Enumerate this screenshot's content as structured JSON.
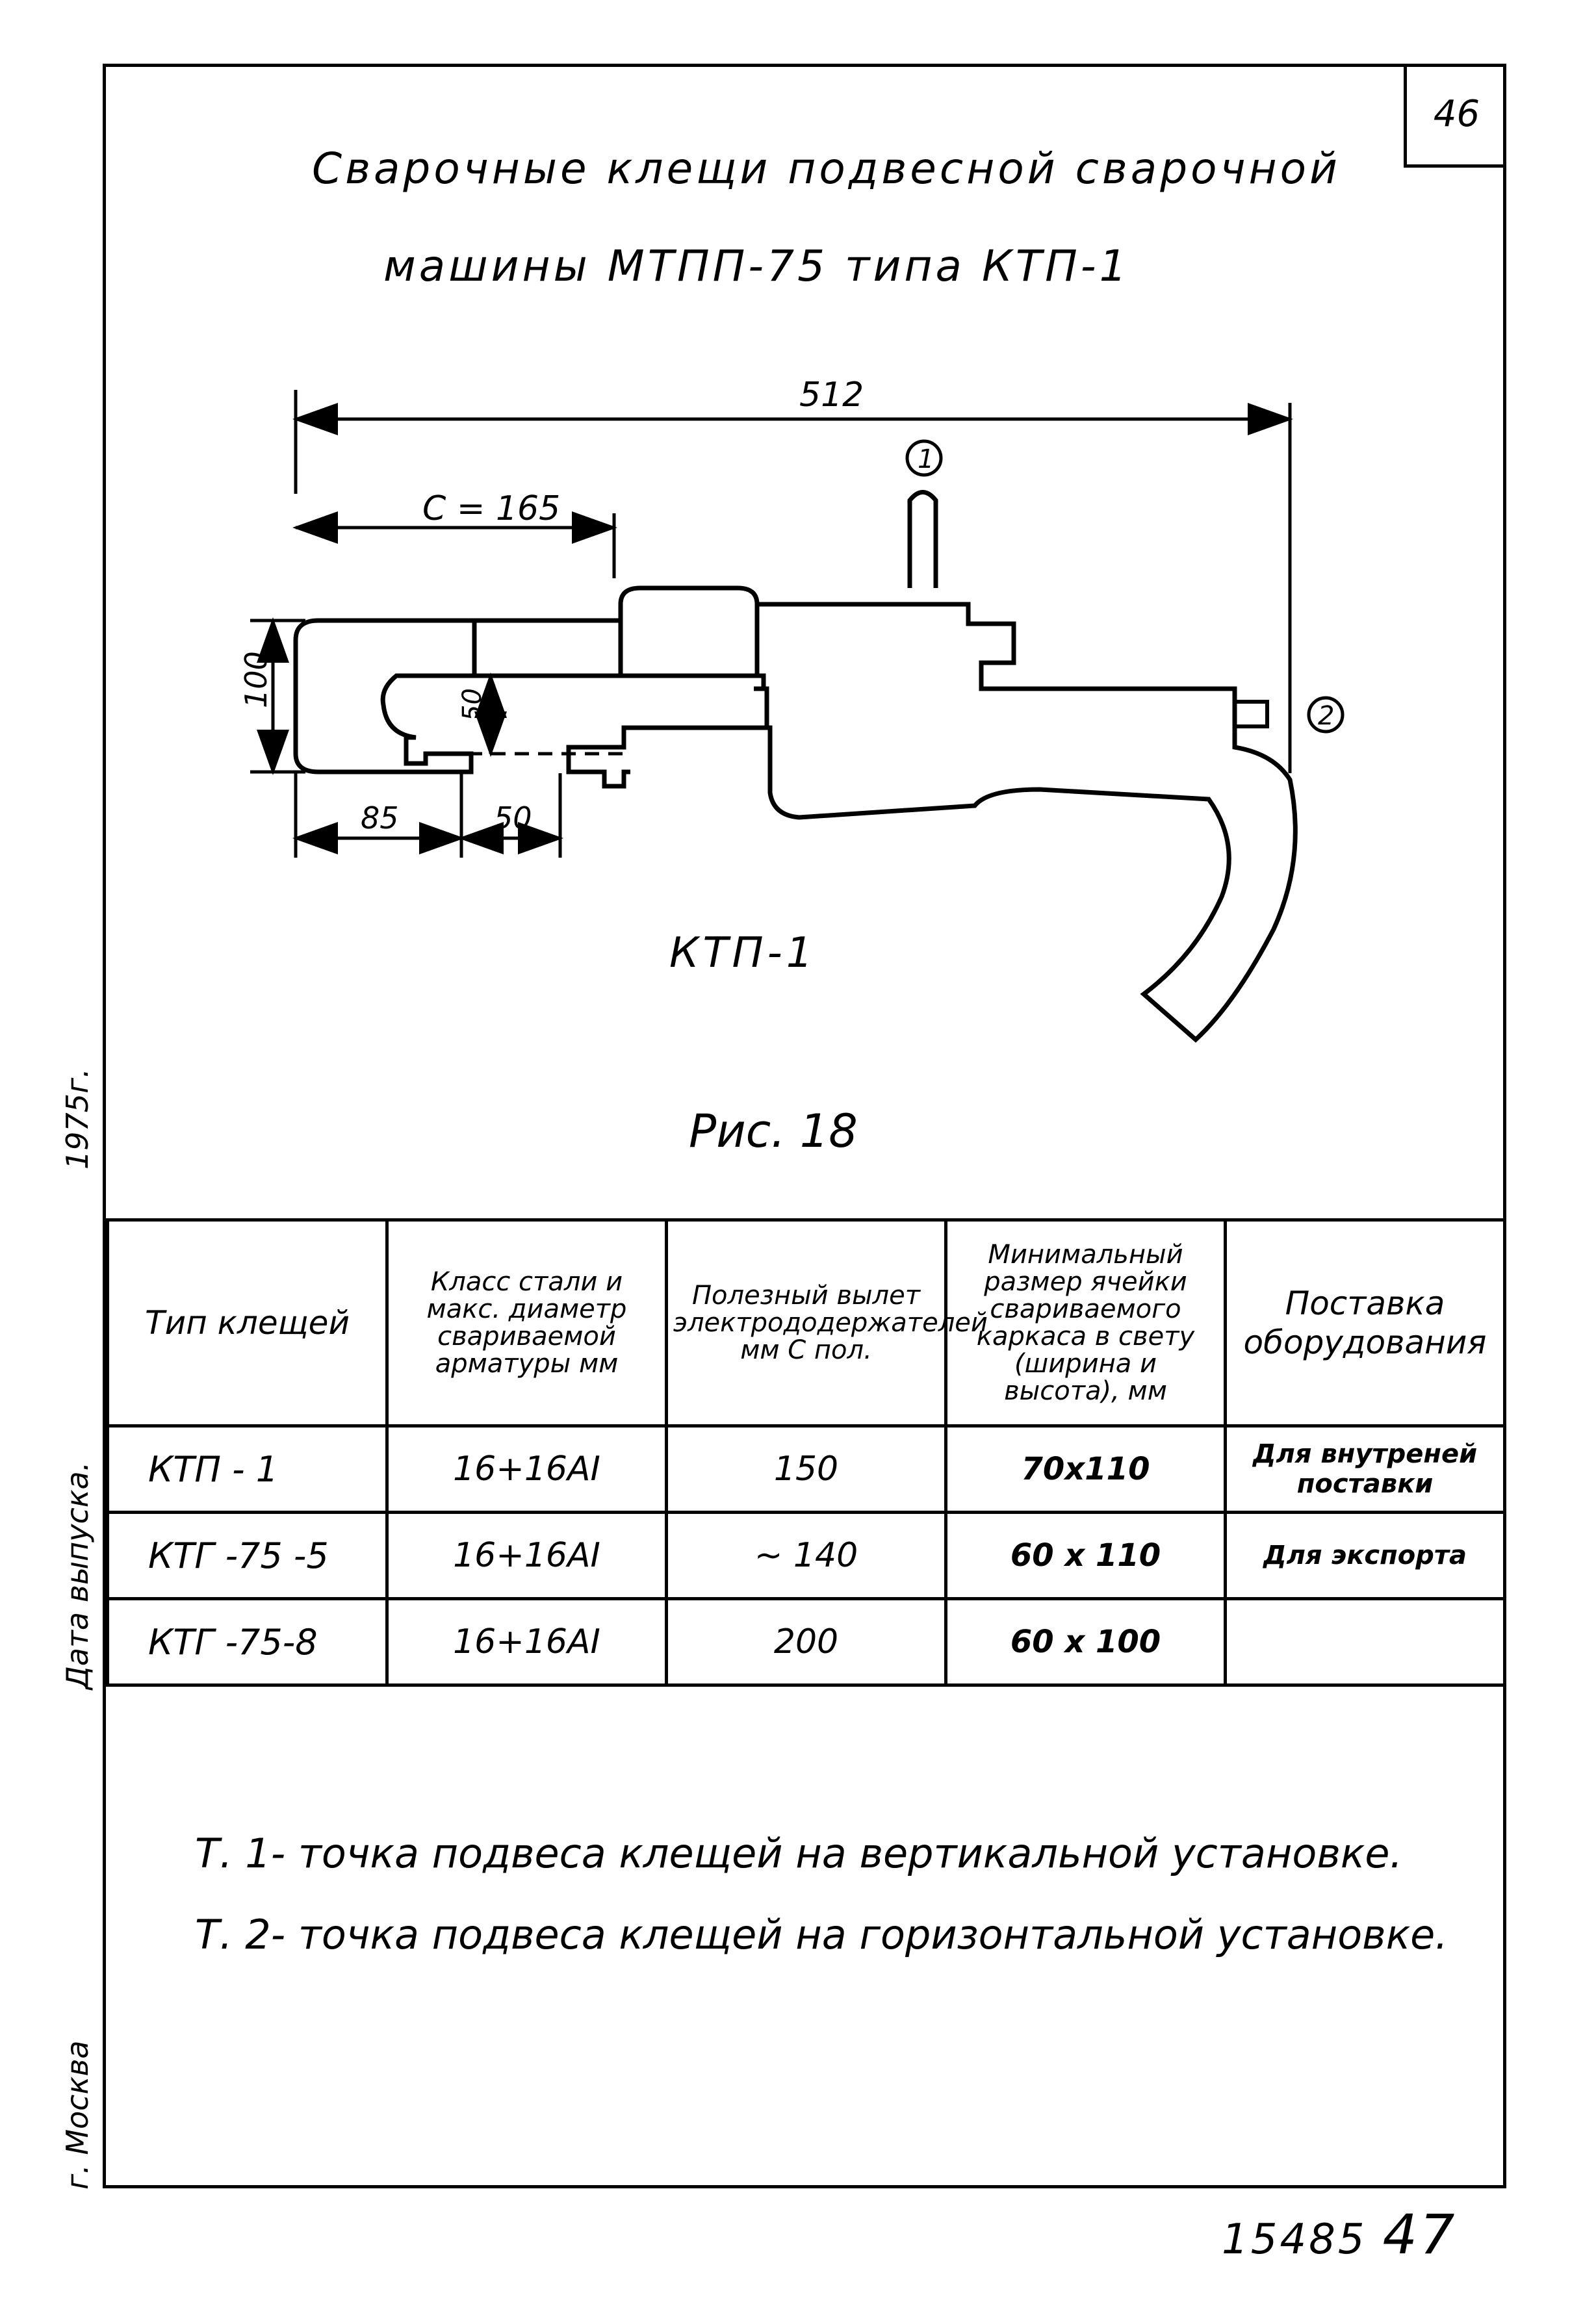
{
  "page_number": "46",
  "title": {
    "line1": "Сварочные клещи подвесной сварочной",
    "line2": "машины МТПП-75 типа КТП-1"
  },
  "drawing": {
    "dims": {
      "overall": "512",
      "c": "С = 165",
      "height": "100",
      "inner": "50",
      "left_len": "85",
      "gap": "50"
    },
    "callouts": {
      "point1": "1",
      "point2": "2"
    },
    "label": "КТП-1"
  },
  "figure_caption": "Рис. 18",
  "table": {
    "headers": [
      "Тип клещей",
      "Класс стали и макс. диаметр свариваемой арматуры мм",
      "Полезный вылет электрододержателей мм С пол.",
      "Минимальный размер ячейки свариваемого каркаса в свету (ширина и высота), мм",
      "Поставка оборудования"
    ],
    "rows": [
      [
        "КТП - 1",
        "16+16АI",
        "150",
        "70х110",
        "Для внутреней поставки"
      ],
      [
        "КТГ -75 -5",
        "16+16АI",
        "~ 140",
        "60 х 110",
        "Для экспорта"
      ],
      [
        "КТГ -75-8",
        "16+16АI",
        "200",
        "60 х 100",
        ""
      ]
    ]
  },
  "notes": [
    "Т. 1- точка подвеса клещей на вертикальной установке.",
    "Т. 2- точка подвеса клещей на горизонтальной установке."
  ],
  "margin": {
    "city": "г. Москва",
    "release": "Дата выпуска.",
    "year": "1975г."
  },
  "doc_number": "15485",
  "sheet_number": "47"
}
